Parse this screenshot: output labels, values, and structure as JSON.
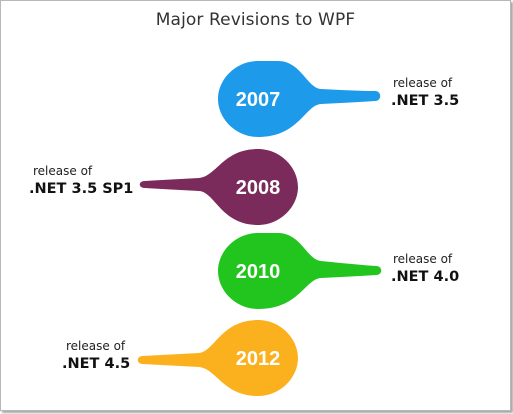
{
  "title": "Major Revisions to WPF",
  "milestones": [
    {
      "year": "2007",
      "caption_line1": "release of",
      "caption_line2": ".NET 3.5",
      "color": "#1e9aea",
      "side": "right"
    },
    {
      "year": "2008",
      "caption_line1": "release of",
      "caption_line2": ".NET 3.5 SP1",
      "color": "#7b2a5c",
      "side": "left"
    },
    {
      "year": "2010",
      "caption_line1": "release of",
      "caption_line2": ".NET 4.0",
      "color": "#22c41e",
      "side": "right"
    },
    {
      "year": "2012",
      "caption_line1": "release of",
      "caption_line2": ".NET 4.5",
      "color": "#fbb11e",
      "side": "left"
    }
  ]
}
